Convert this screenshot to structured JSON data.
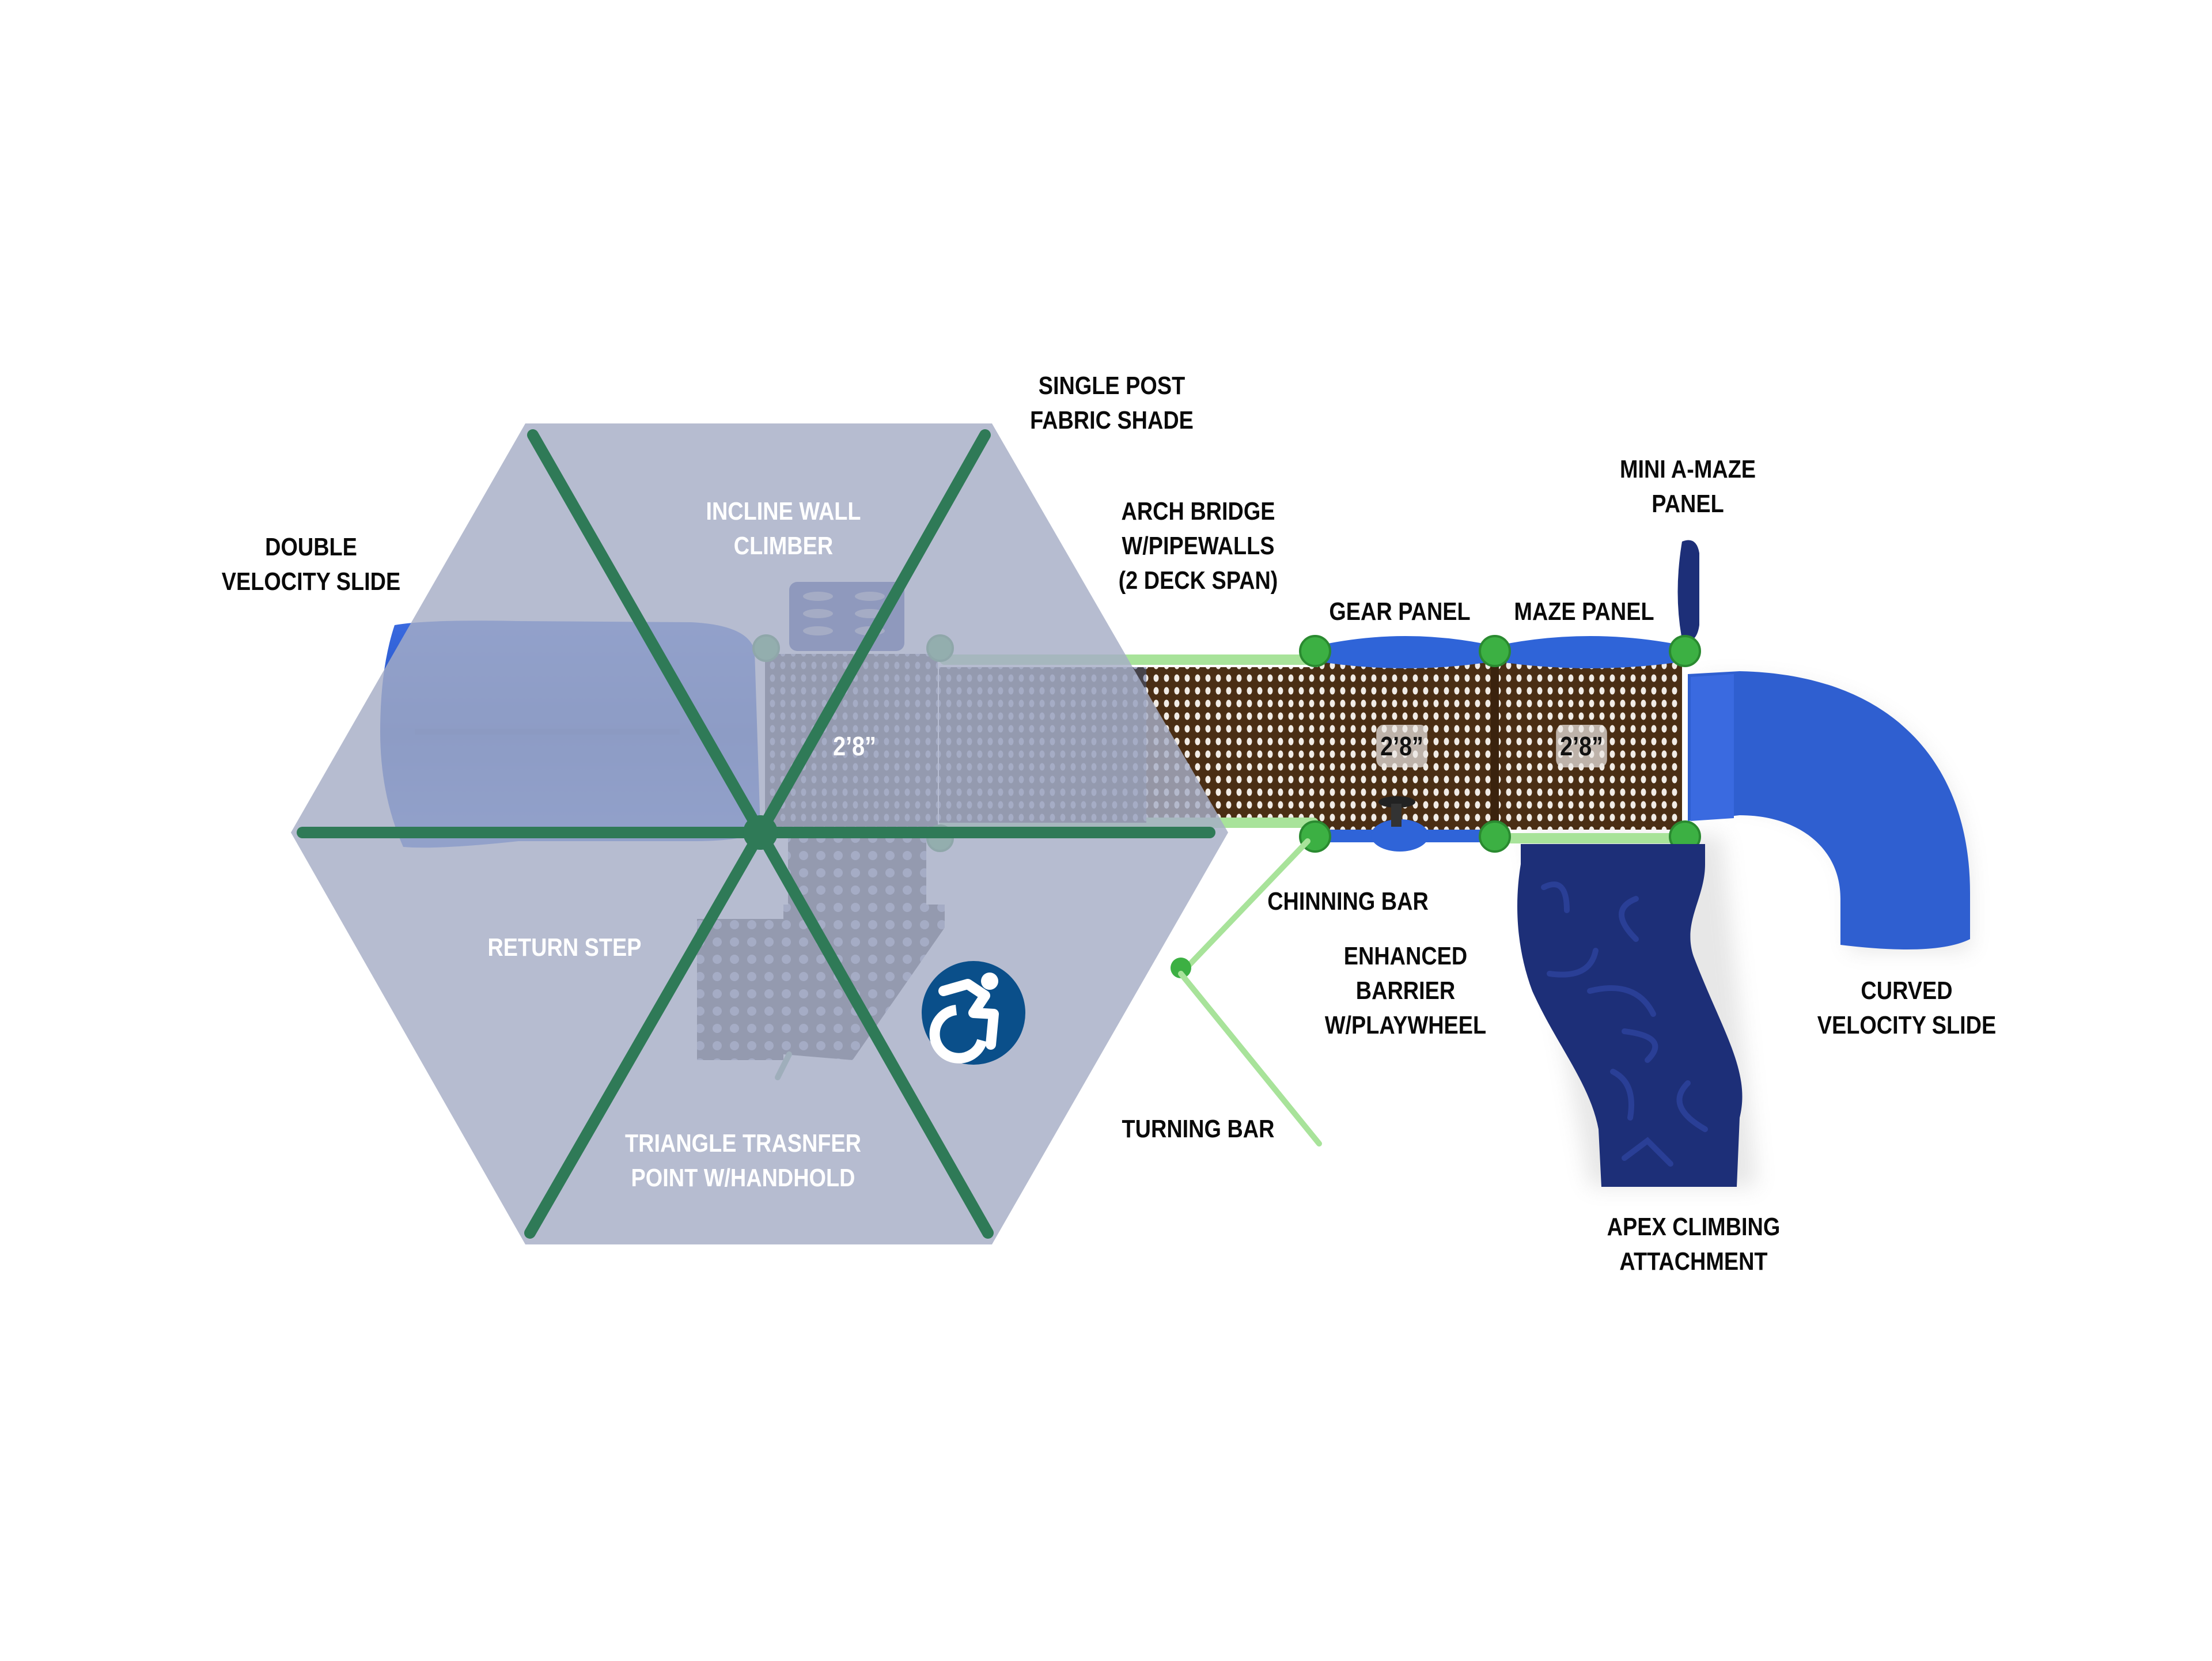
{
  "diagram": {
    "type": "playground-plan-top-view",
    "colors": {
      "shade_fabric": "#a6adc6",
      "shade_posts": "#2f7a57",
      "slide_blue": "#2f5fd0",
      "climber_navy": "#1d2f78",
      "deck_gray": "#46434a",
      "deck_brown": "#4a2e14",
      "rail_light_green": "#a8e39a",
      "clamp_green": "#3cb043",
      "accessibility_blue": "#0a4f8a"
    },
    "labels": {
      "single_post_fabric_shade": [
        "SINGLE POST",
        "FABRIC SHADE"
      ],
      "double_velocity_slide": [
        "DOUBLE",
        "VELOCITY SLIDE"
      ],
      "incline_wall_climber": [
        "INCLINE WALL",
        "CLIMBER"
      ],
      "arch_bridge": [
        "ARCH BRIDGE",
        "W/PIPEWALLS",
        "(2 DECK SPAN)"
      ],
      "gear_panel": [
        "GEAR PANEL"
      ],
      "maze_panel": [
        "MAZE PANEL"
      ],
      "mini_a_maze_panel": [
        "MINI A-MAZE",
        "PANEL"
      ],
      "chinning_bar": [
        "CHINNING BAR"
      ],
      "enhanced_barrier": [
        "ENHANCED",
        "BARRIER",
        "W/PLAYWHEEL"
      ],
      "turning_bar": [
        "TURNING BAR"
      ],
      "curved_velocity_slide": [
        "CURVED",
        "VELOCITY SLIDE"
      ],
      "apex_climbing_attachment": [
        "APEX CLIMBING",
        "ATTACHMENT"
      ],
      "return_step": [
        "RETURN STEP"
      ],
      "triangle_transfer_point": [
        "TRIANGLE TRASNFER",
        "POINT W/HANDHOLD"
      ]
    },
    "deck_heights": {
      "deck_1": "2’8”",
      "deck_2": "2’8”",
      "deck_3": "2’8”"
    },
    "icons": {
      "accessibility": "accessible-wheelchair-icon"
    }
  }
}
